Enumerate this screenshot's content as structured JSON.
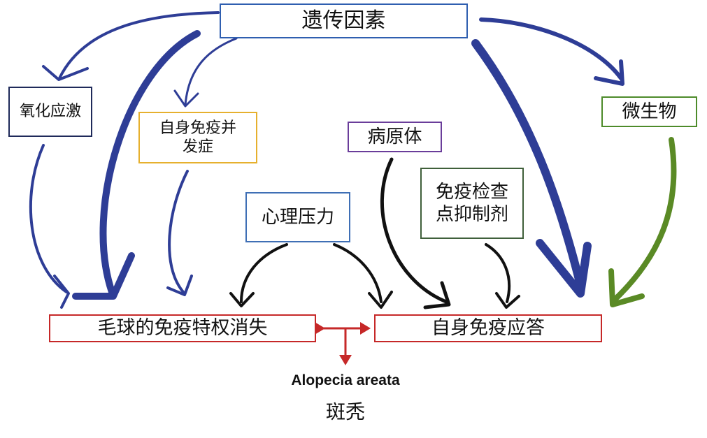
{
  "diagram": {
    "nodes": {
      "genetic": {
        "label": "遗传因素",
        "color": "#2f5fb0"
      },
      "oxidative": {
        "label": "氧化应激",
        "color": "#1f2a5a"
      },
      "autoimmune": {
        "label": "自身免疫并发症",
        "color": "#e6b02e"
      },
      "microbe": {
        "label": "微生物",
        "color": "#4d8b2a"
      },
      "pathogen": {
        "label": "病原体",
        "color": "#6a3d9a"
      },
      "checkpoint": {
        "label": "免疫检查点抑制剂",
        "color": "#3f5f3a"
      },
      "stress": {
        "label": "心理压力",
        "color": "#3f6fb5"
      },
      "privilege": {
        "label": "毛球的免疫特权消失",
        "color": "#c62828"
      },
      "response": {
        "label": "自身免疫应答",
        "color": "#c62828"
      }
    },
    "outcome": {
      "label_en": "Alopecia areata",
      "label_zh": "斑秃",
      "arrow_color": "#c62828"
    },
    "arrow_colors": {
      "blue": "#2e3d96",
      "black": "#111111",
      "green": "#5a8a25"
    }
  }
}
